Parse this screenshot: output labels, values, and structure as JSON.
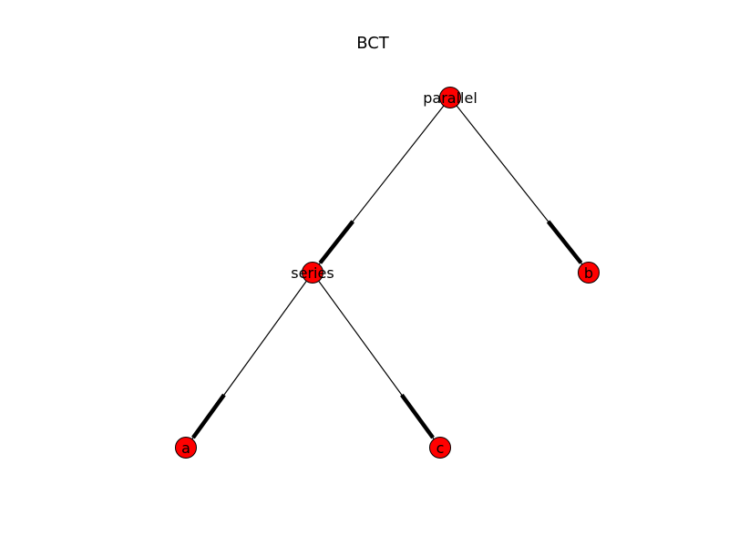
{
  "title": "BCT",
  "colors": {
    "node_fill": "#ff0000",
    "node_stroke": "#000000",
    "edge": "#000000",
    "background": "#ffffff"
  },
  "diagram": {
    "type": "tree",
    "nodes": [
      {
        "id": "parallel",
        "label": "parallel"
      },
      {
        "id": "series",
        "label": "series"
      },
      {
        "id": "b",
        "label": "b"
      },
      {
        "id": "a",
        "label": "a"
      },
      {
        "id": "c",
        "label": "c"
      }
    ],
    "edges": [
      {
        "from": "parallel",
        "to": "series"
      },
      {
        "from": "parallel",
        "to": "b"
      },
      {
        "from": "series",
        "to": "a"
      },
      {
        "from": "series",
        "to": "c"
      }
    ]
  }
}
